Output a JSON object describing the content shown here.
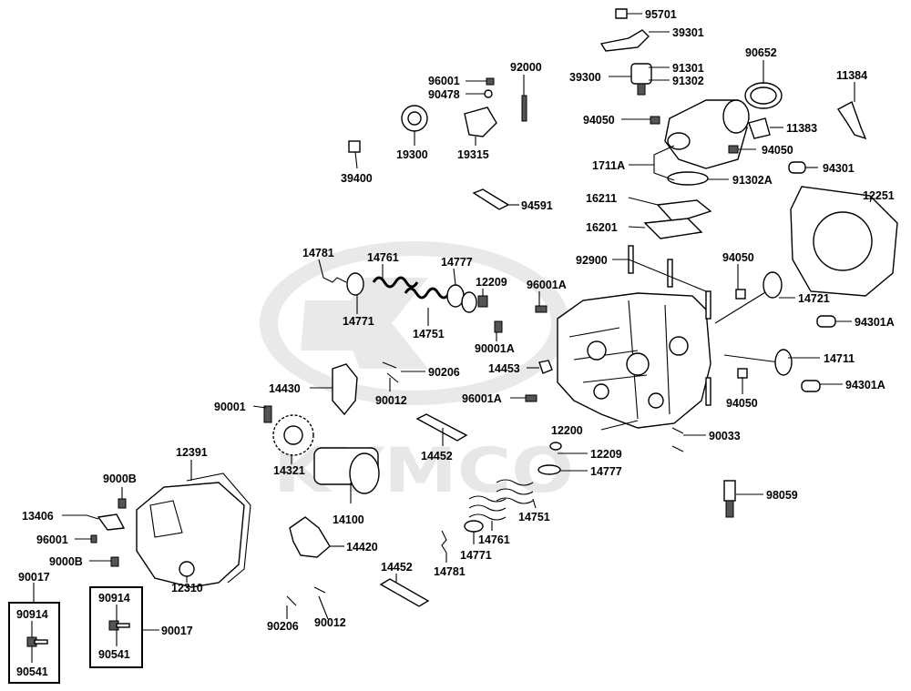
{
  "watermark": "KYMCO",
  "labels": {
    "p95701": "95701",
    "p39301": "39301",
    "p90652": "90652",
    "p91301": "91301",
    "p39300": "39300",
    "p91302": "91302",
    "p96001_top": "96001",
    "p92000": "92000",
    "p90478": "90478",
    "p11384": "11384",
    "p94050_a": "94050",
    "p11383": "11383",
    "p19300": "19300",
    "p19315": "19315",
    "p94050_b": "94050",
    "p39400": "39400",
    "p1711A": "1711A",
    "p94301_top": "94301",
    "p91302A": "91302A",
    "p94591": "94591",
    "p16211": "16211",
    "p12251": "12251",
    "p16201": "16201",
    "p14781_top": "14781",
    "p14761_top": "14761",
    "p14777_top": "14777",
    "p92900": "92900",
    "p94050_c": "94050",
    "p12209_top": "12209",
    "p96001A_top": "96001A",
    "p14721": "14721",
    "p14771_top": "14771",
    "p14751_top": "14751",
    "p90001A": "90001A",
    "p94301A_top": "94301A",
    "p14711": "14711",
    "p90206_top": "90206",
    "p14453": "14453",
    "p94301A_bot": "94301A",
    "p14430": "14430",
    "p90012_top": "90012",
    "p96001A_bot": "96001A",
    "p94050_d": "94050",
    "p90001": "90001",
    "p12200": "12200",
    "p90033": "90033",
    "p12391": "12391",
    "p14452_top": "14452",
    "p12209_bot": "12209",
    "p14321": "14321",
    "p14777_bot": "14777",
    "p9000B_top": "9000B",
    "p98059": "98059",
    "p13406": "13406",
    "p14100": "14100",
    "p14751_bot": "14751",
    "p96001_left": "96001",
    "p14761_bot": "14761",
    "p9000B_bot": "9000B",
    "p14420": "14420",
    "p14771_bot": "14771",
    "p14781_bot": "14781",
    "p90017_top": "90017",
    "p14452_bot": "14452",
    "p12310": "12310",
    "p90914_right": "90914",
    "p90914_left": "90914",
    "p90017_right": "90017",
    "p90206_bot": "90206",
    "p90012_bot": "90012",
    "p90541_right": "90541",
    "p90541_left": "90541"
  }
}
